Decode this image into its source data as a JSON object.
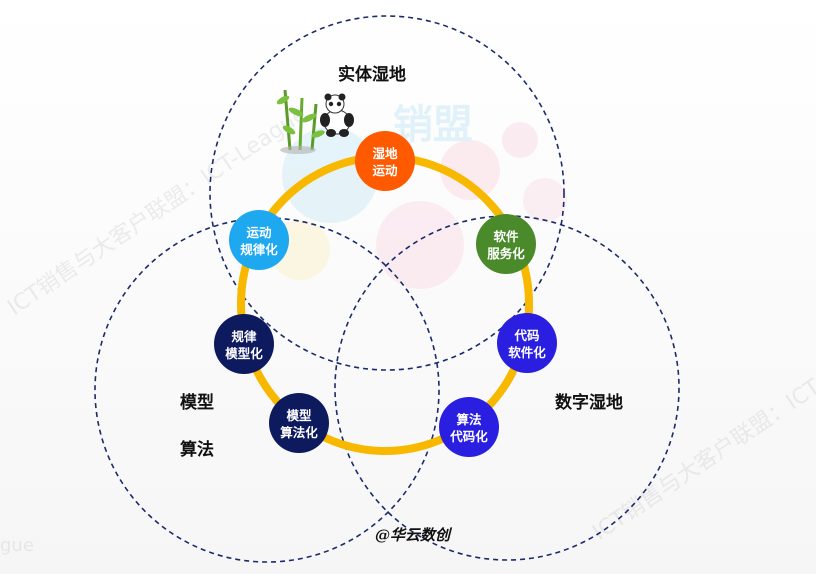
{
  "watermark": {
    "text_left": "ICT销售与大客户联盟：ICT-League",
    "text_right": "ICT销售与大客户联盟：ICT",
    "text_corner": "gue",
    "logo_text": "销盟"
  },
  "circles": {
    "top_label": "实体湿地",
    "right_label": "数字湿地",
    "left_label_line1": "模型",
    "left_label_line2": "算法"
  },
  "nodes": [
    {
      "line1": "湿地",
      "line2": "运动",
      "color": "#ff5a00"
    },
    {
      "line1": "软件",
      "line2": "服务化",
      "color": "#4a8a2a"
    },
    {
      "line1": "代码",
      "line2": "软件化",
      "color": "#2a1fe0"
    },
    {
      "line1": "算法",
      "line2": "代码化",
      "color": "#2a1fe0"
    },
    {
      "line1": "模型",
      "line2": "算法化",
      "color": "#0d1a5e"
    },
    {
      "line1": "规律",
      "line2": "模型化",
      "color": "#0d1a5e"
    },
    {
      "line1": "运动",
      "line2": "规律化",
      "color": "#1ea8f0"
    }
  ],
  "credit": "@华云数创",
  "colors": {
    "ring": "#f9b800",
    "circle_stroke": "#1b2a6b"
  }
}
